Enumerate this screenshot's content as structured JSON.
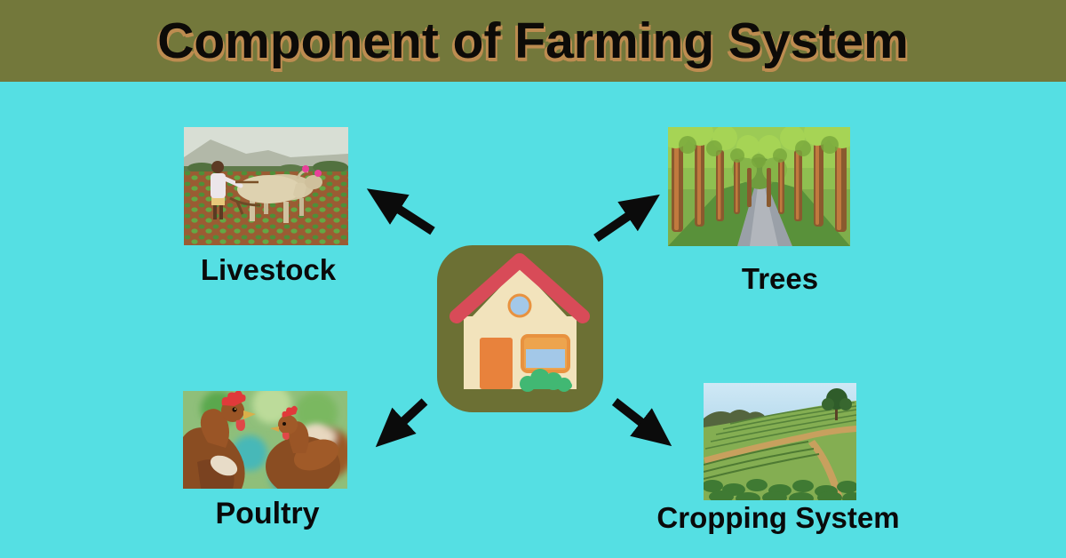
{
  "title": "Component of Farming System",
  "components": [
    {
      "id": "livestock",
      "label": "Livestock"
    },
    {
      "id": "trees",
      "label": "Trees"
    },
    {
      "id": "poultry",
      "label": "Poultry"
    },
    {
      "id": "cropping-system",
      "label": "Cropping System"
    }
  ],
  "center": {
    "icon": "house-icon"
  },
  "colors": {
    "background": "#55dfe3",
    "banner": "#73783b",
    "title_text": "#0d0b08",
    "title_shadow": "#bd8c50",
    "label_text": "#0a0a0a",
    "arrow": "#0b0b0b",
    "house_tile": "#6c7034",
    "house_roof": "#d84b58",
    "house_body": "#f2e3bc",
    "house_door": "#e8823c",
    "house_window_blue": "#a3c8e8",
    "house_window_frame": "#e8923f",
    "house_bush": "#41b873"
  }
}
